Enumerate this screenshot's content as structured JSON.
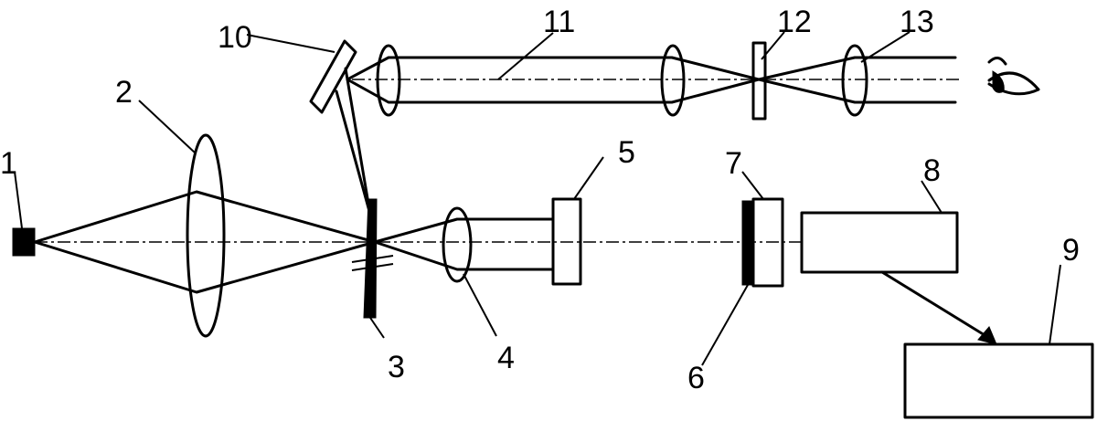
{
  "labels": {
    "source": "1",
    "condenser_lens": "2",
    "sample": "3",
    "objective_lens": "4",
    "tube": "5",
    "filter": "6",
    "camera_front": "7",
    "camera_body": "8",
    "computer": "9",
    "mirror": "10",
    "relay_tube": "11",
    "reticle": "12",
    "eyepiece": "13"
  },
  "colors": {
    "ink": "#000000",
    "background": "#ffffff"
  },
  "icons": {
    "observer": "eye-icon"
  }
}
